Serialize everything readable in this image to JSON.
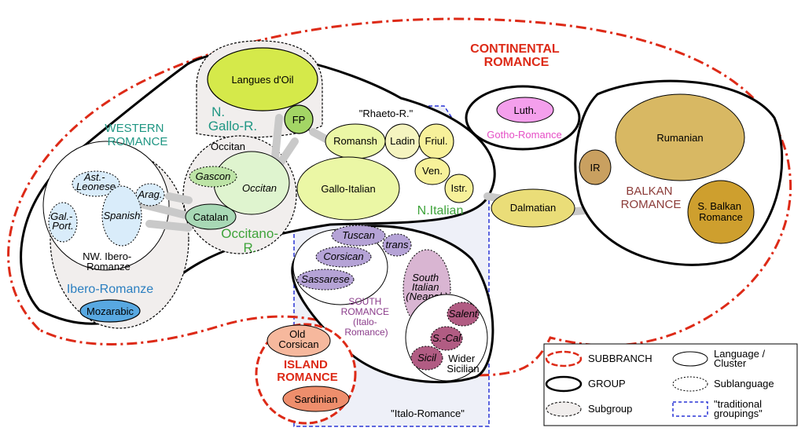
{
  "labels": {
    "continental": [
      "CONTINENTAL",
      "ROMANCE"
    ],
    "western": [
      "WESTERN",
      "ROMANCE"
    ],
    "rhaeto": "\"Rhaeto-R.\"",
    "italo_romance": "\"Italo-Romance\"",
    "gotho": "Gotho-Romance",
    "balkan": [
      "BALKAN",
      "ROMANCE"
    ],
    "island": [
      "ISLAND",
      "ROMANCE"
    ],
    "n_gallo": [
      "N.",
      "Gallo-R."
    ],
    "occitano": [
      "Occitano-",
      "R."
    ],
    "ibero_romanze": "Ibero-Romanze",
    "nw_ibero": [
      "NW. Ibero-",
      "Romanze"
    ],
    "n_italian": "N.Italian",
    "south_romance": [
      "SOUTH",
      "ROMANCE",
      "(Italo-",
      "Romance)"
    ],
    "wider_sicilian": [
      "Wider",
      "Sicilian"
    ],
    "occitan_group": "Occitan"
  },
  "languages": {
    "langues_doil": "Langues d'Oil",
    "fp": "FP",
    "occitan": "Occitan",
    "gascon": "Gascon",
    "catalan": "Catalan",
    "aragonese": "Arag.",
    "ast_leonese": [
      "Ast.-",
      "Leonese"
    ],
    "spanish": "Spanish",
    "gal_port": [
      "Gal.-",
      "Port."
    ],
    "mozarabic": "Mozarabic",
    "romansh": "Romansh",
    "ladin": "Ladin",
    "friulian": "Friul.",
    "gallo_italian": "Gallo-Italian",
    "venetian": "Ven.",
    "istriot": "Istr.",
    "dalmatian": "Dalmatian",
    "luth": "Luth.",
    "rumanian": "Rumanian",
    "ir": "IR",
    "s_balkan": [
      "S. Balkan",
      "Romance"
    ],
    "tuscan": "Tuscan",
    "trans": "trans",
    "corsican": "Corsican",
    "sassarese": "Sassarese",
    "south_italian": [
      "South",
      "Italian",
      "(Neapol.)"
    ],
    "salent": "Salent",
    "s_cal": "S.-Cal",
    "sicil": "Sicil",
    "old_corsican": [
      "Old",
      "Corsican"
    ],
    "sardinian": "Sardinian"
  },
  "legend": {
    "subbranch": "SUBBRANCH",
    "group": "GROUP",
    "subgroup": "Subgroup",
    "language": [
      "Language /",
      "Cluster"
    ],
    "sublanguage": "Sublanguage",
    "traditional": [
      "\"traditional",
      "groupings\""
    ]
  },
  "colors": {
    "subbranch": "#dd2a17",
    "teal": "#1f9683",
    "green": "#3ea33a",
    "blue": "#2b7fc0",
    "brown": "#8b3b38",
    "purple": "#8a3b8a",
    "pink": "#e64ec6",
    "traditional": "#2a35d6"
  }
}
